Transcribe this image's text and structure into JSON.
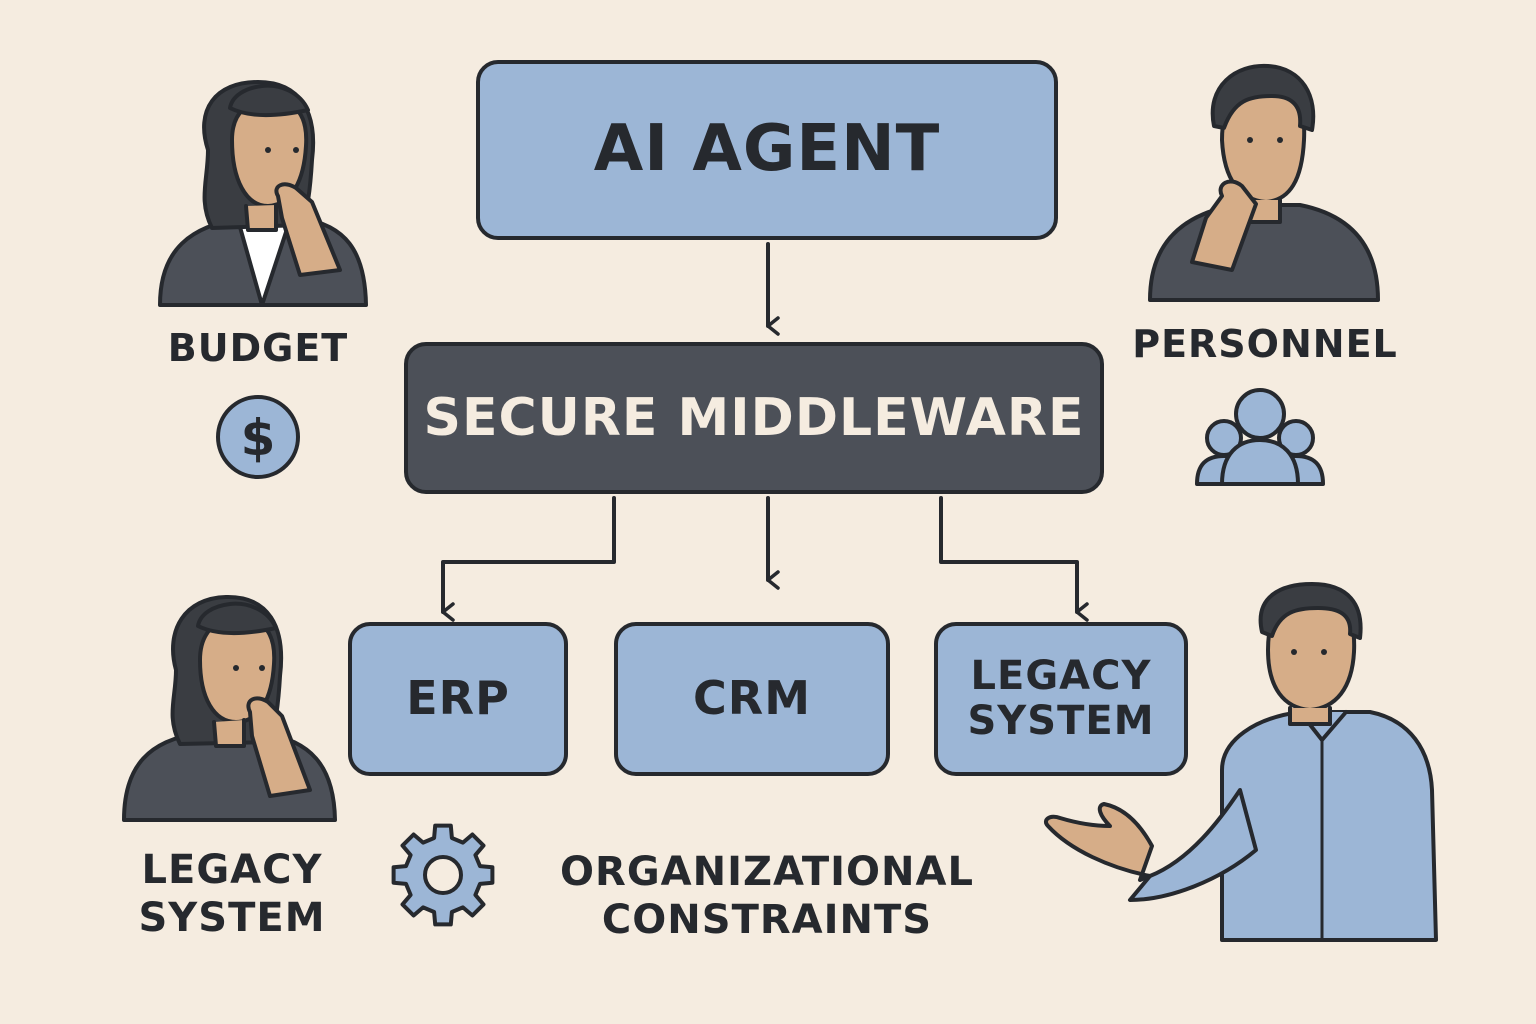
{
  "nodes": {
    "ai_agent": "AI AGENT",
    "middleware": "SECURE MIDDLEWARE",
    "erp": "ERP",
    "crm": "CRM",
    "legacy": "LEGACY\nSYSTEM"
  },
  "labels": {
    "budget": "BUDGET",
    "personnel": "PERSONNEL",
    "legacy_system": "LEGACY\nSYSTEM",
    "organizational_constraints": "ORGANIZATIONAL\nCONSTRAINTS"
  },
  "icons": {
    "dollar": "$"
  },
  "colors": {
    "background": "#f5ece0",
    "box_light": "#9cb6d6",
    "box_dark": "#4c5058",
    "outline": "#26292e",
    "skin": "#d6ad88",
    "hair": "#3a3d42",
    "shirt": "#9cb6d6"
  }
}
